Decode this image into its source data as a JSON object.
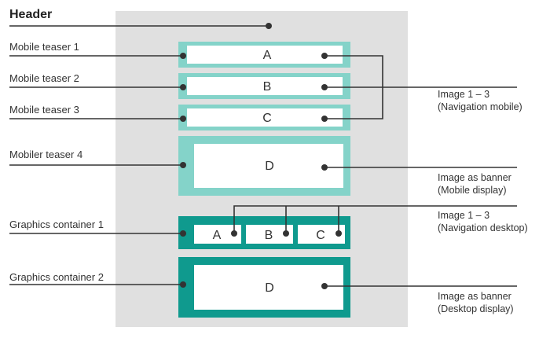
{
  "header": {
    "title": "Header"
  },
  "left_labels": {
    "teaser1": "Mobile teaser 1",
    "teaser2": "Mobile teaser 2",
    "teaser3": "Mobile teaser 3",
    "teaser4": "Mobiler teaser 4",
    "graphics1": "Graphics container 1",
    "graphics2": "Graphics container 2"
  },
  "boxes": {
    "teaser_a": "A",
    "teaser_b": "B",
    "teaser_c": "C",
    "teaser_d": "D",
    "desktop_a": "A",
    "desktop_b": "B",
    "desktop_c": "C",
    "desktop_d": "D"
  },
  "notes": {
    "nav_mobile": [
      "Image 1 – 3",
      "(Navigation mobile)"
    ],
    "banner_mobile": [
      "Image as banner",
      "(Mobile display)"
    ],
    "nav_desktop": [
      "Image 1 – 3",
      "(Navigation desktop)"
    ],
    "banner_desktop": [
      "Image as banner",
      "(Desktop display)"
    ]
  },
  "colors": {
    "page_bg": "#e0e0e0",
    "mobile_teal": "#84d3c9",
    "desktop_teal": "#0f9a8e",
    "line": "#333333"
  }
}
